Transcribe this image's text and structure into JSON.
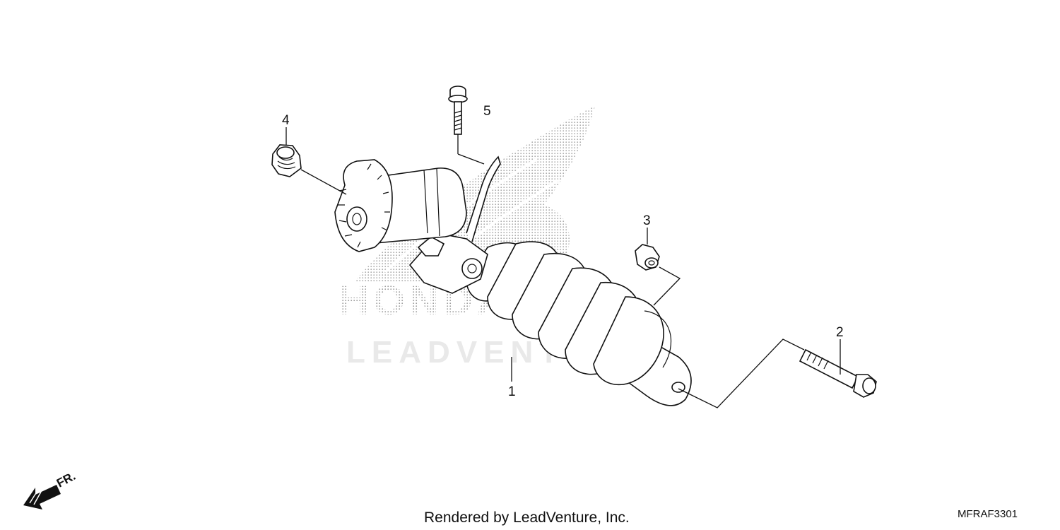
{
  "diagram": {
    "callouts": [
      {
        "id": "1",
        "label": "1"
      },
      {
        "id": "2",
        "label": "2"
      },
      {
        "id": "3",
        "label": "3"
      },
      {
        "id": "4",
        "label": "4"
      },
      {
        "id": "5",
        "label": "5"
      }
    ],
    "watermark": {
      "brand_text": "HONDA",
      "vendor_text": "LEADVENTURE"
    },
    "front_indicator": "FR.",
    "footer": {
      "rendered_by": "Rendered by LeadVenture, Inc.",
      "diagram_code": "MFRAF3301"
    },
    "icons": [
      "front-direction-arrow-icon",
      "wing-logo-watermark-icon"
    ]
  }
}
